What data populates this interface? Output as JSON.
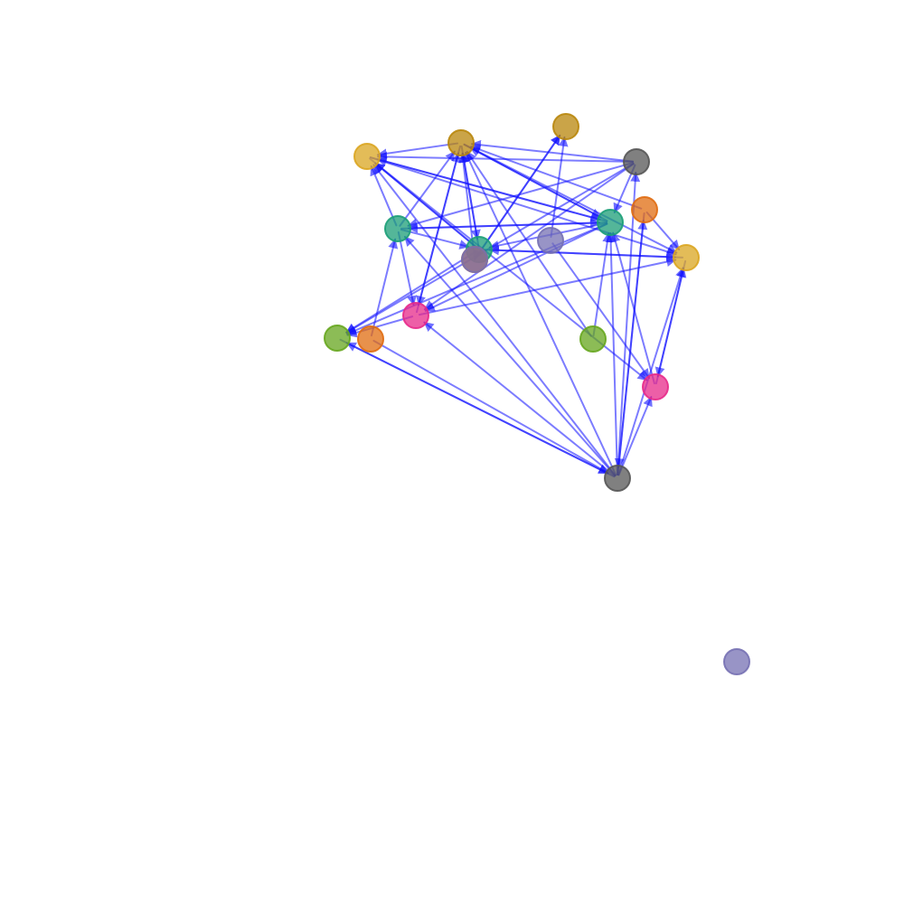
{
  "graph": {
    "edge_color": "#1010ff",
    "nodes": [
      {
        "id": "n1",
        "color": "#b8860b"
      },
      {
        "id": "n2",
        "color": "#b8860b"
      },
      {
        "id": "n3",
        "color": "#daa520"
      },
      {
        "id": "n4",
        "color": "#555555"
      },
      {
        "id": "n5",
        "color": "#e06c10"
      },
      {
        "id": "n6",
        "color": "#1b9e77"
      },
      {
        "id": "n7",
        "color": "#1b9e77"
      },
      {
        "id": "n8",
        "color": "#daa520"
      },
      {
        "id": "n9",
        "color": "#d95f02"
      },
      {
        "id": "n10",
        "color": "#7570b3"
      },
      {
        "id": "n11",
        "color": "#7570b3"
      },
      {
        "id": "n12",
        "color": "#1b9e77"
      },
      {
        "id": "n13",
        "color": "#e7298a"
      },
      {
        "id": "n14",
        "color": "#66a61e"
      },
      {
        "id": "n15",
        "color": "#e06c10"
      },
      {
        "id": "n16",
        "color": "#66a61e"
      },
      {
        "id": "n17",
        "color": "#e7298a"
      },
      {
        "id": "n18",
        "color": "#555555"
      },
      {
        "id": "n19",
        "color": "#7570b3"
      }
    ],
    "edges": [
      [
        "n18",
        "n2"
      ],
      [
        "n18",
        "n3"
      ],
      [
        "n18",
        "n6"
      ],
      [
        "n18",
        "n12"
      ],
      [
        "n18",
        "n8"
      ],
      [
        "n18",
        "n13"
      ],
      [
        "n18",
        "n14"
      ],
      [
        "n18",
        "n4"
      ],
      [
        "n18",
        "n17"
      ],
      [
        "n18",
        "n5"
      ],
      [
        "n4",
        "n3"
      ],
      [
        "n4",
        "n6"
      ],
      [
        "n4",
        "n13"
      ],
      [
        "n4",
        "n14"
      ],
      [
        "n4",
        "n2"
      ],
      [
        "n4",
        "n12"
      ],
      [
        "n12",
        "n3"
      ],
      [
        "n12",
        "n2"
      ],
      [
        "n12",
        "n6"
      ],
      [
        "n12",
        "n13"
      ],
      [
        "n12",
        "n14"
      ],
      [
        "n12",
        "n7"
      ],
      [
        "n6",
        "n2"
      ],
      [
        "n6",
        "n3"
      ],
      [
        "n6",
        "n12"
      ],
      [
        "n6",
        "n7"
      ],
      [
        "n2",
        "n3"
      ],
      [
        "n2",
        "n8"
      ],
      [
        "n2",
        "n12"
      ],
      [
        "n2",
        "n7"
      ],
      [
        "n2",
        "n13"
      ],
      [
        "n3",
        "n8"
      ],
      [
        "n3",
        "n12"
      ],
      [
        "n3",
        "n17"
      ],
      [
        "n7",
        "n3"
      ],
      [
        "n7",
        "n2"
      ],
      [
        "n7",
        "n14"
      ],
      [
        "n8",
        "n7"
      ],
      [
        "n8",
        "n17"
      ],
      [
        "n13",
        "n2"
      ],
      [
        "n13",
        "n8"
      ],
      [
        "n15",
        "n6"
      ],
      [
        "n15",
        "n18"
      ],
      [
        "n16",
        "n2"
      ],
      [
        "n16",
        "n12"
      ],
      [
        "n11",
        "n1"
      ],
      [
        "n11",
        "n2"
      ],
      [
        "n11",
        "n7"
      ],
      [
        "n9",
        "n1"
      ],
      [
        "n9",
        "n7"
      ],
      [
        "n10",
        "n1"
      ],
      [
        "n10",
        "n17"
      ],
      [
        "n5",
        "n2"
      ],
      [
        "n5",
        "n8"
      ],
      [
        "n5",
        "n18"
      ],
      [
        "n17",
        "n8"
      ],
      [
        "n17",
        "n12"
      ],
      [
        "n14",
        "n18"
      ],
      [
        "n7",
        "n3"
      ],
      [
        "n7",
        "n8"
      ],
      [
        "n13",
        "n14"
      ],
      [
        "n6",
        "n13"
      ]
    ]
  }
}
